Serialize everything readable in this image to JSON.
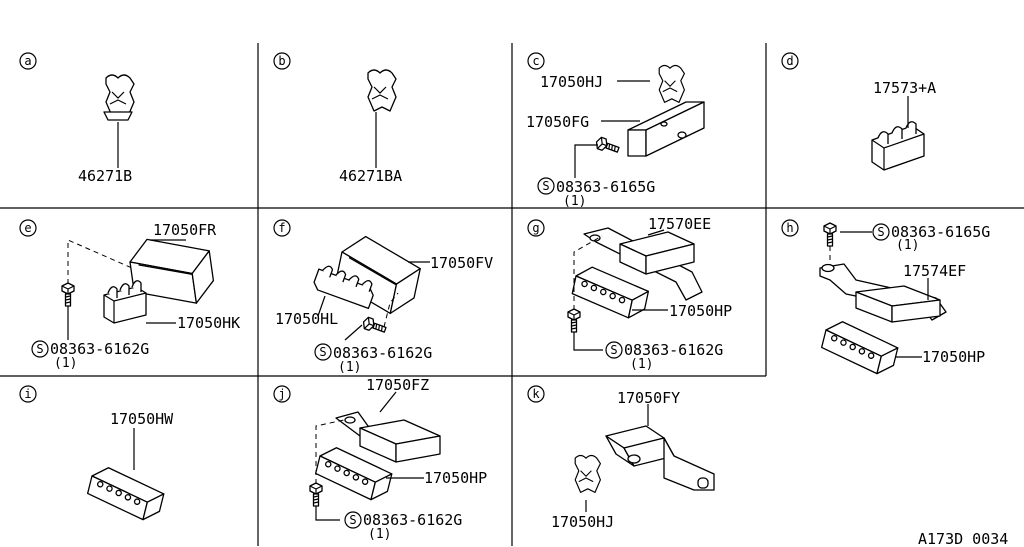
{
  "drawing_id": "A173D 0034",
  "cells": {
    "a": {
      "letter": "a",
      "labels": [
        "46271B"
      ]
    },
    "b": {
      "letter": "b",
      "labels": [
        "46271BA"
      ]
    },
    "c": {
      "letter": "c",
      "labels": [
        "17050HJ",
        "17050FG",
        "08363-6165G"
      ],
      "qty": "(1)"
    },
    "d": {
      "letter": "d",
      "labels": [
        "17573+A"
      ]
    },
    "e": {
      "letter": "e",
      "labels": [
        "17050FR",
        "17050HK",
        "08363-6162G"
      ],
      "qty": "(1)"
    },
    "f": {
      "letter": "f",
      "labels": [
        "17050FV",
        "17050HL",
        "08363-6162G"
      ],
      "qty": "(1)"
    },
    "g": {
      "letter": "g",
      "labels": [
        "17570EE",
        "17050HP",
        "08363-6162G"
      ],
      "qty": "(1)"
    },
    "h": {
      "letter": "h",
      "labels": [
        "08363-6165G",
        "17574EF",
        "17050HP"
      ],
      "qty": "(1)"
    },
    "i": {
      "letter": "i",
      "labels": [
        "17050HW"
      ]
    },
    "j": {
      "letter": "j",
      "labels": [
        "17050FZ",
        "17050HP",
        "08363-6162G"
      ],
      "qty": "(1)"
    },
    "k": {
      "letter": "k",
      "labels": [
        "17050FY",
        "17050HJ"
      ]
    }
  },
  "screw_symbol": "S"
}
